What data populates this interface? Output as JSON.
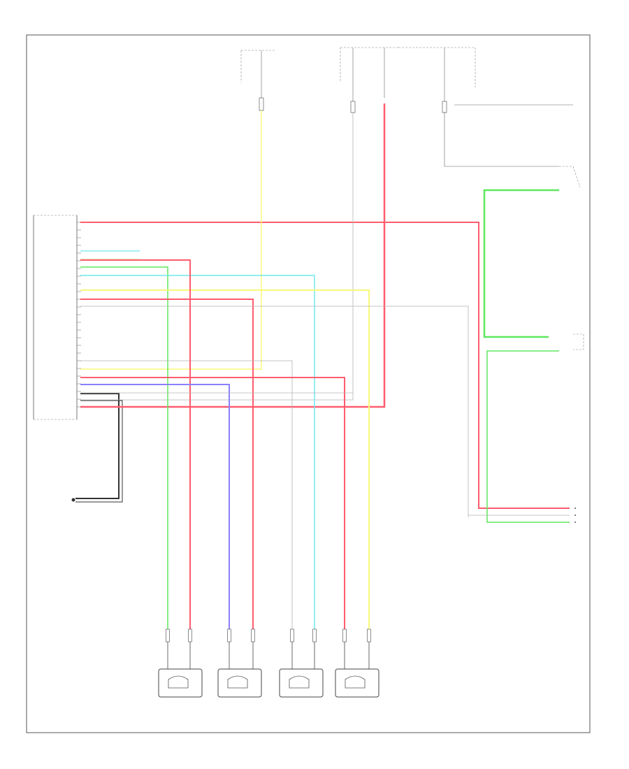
{
  "colors": {
    "red": "#ff5c6e",
    "yellow": "#f8f87a",
    "green": "#5ee85e",
    "light_green": "#c8f5a8",
    "cyan": "#6fe8ef",
    "blue": "#8a80ff",
    "gray": "#b4b4b4",
    "black": "#333333"
  },
  "footer": {
    "code": ""
  },
  "fuses": [
    {
      "id": "fuse-1",
      "header": "",
      "lines": [
        "",
        "",
        "",
        ""
      ]
    },
    {
      "id": "fuse-2",
      "header": "",
      "lines": [
        "",
        "",
        "",
        ""
      ]
    },
    {
      "id": "fuse-3",
      "header": "",
      "lines": [
        "",
        "",
        "",
        ""
      ]
    }
  ],
  "module": {
    "lines": [
      "",
      "",
      "",
      ""
    ]
  },
  "sensors": [
    {
      "id": "sensor-1",
      "lines": [
        "",
        "",
        "",
        "",
        ""
      ]
    },
    {
      "id": "sensor-2",
      "lines": [
        "",
        "",
        "",
        "",
        ""
      ]
    },
    {
      "id": "sensor-3",
      "lines": [
        "",
        "",
        "",
        "",
        ""
      ]
    },
    {
      "id": "sensor-4",
      "lines": [
        "",
        "",
        "",
        "",
        ""
      ]
    }
  ],
  "ground": {
    "lines": [
      "",
      "",
      "",
      ""
    ]
  },
  "right_components": [
    {
      "id": "switch-right-1",
      "lines": [
        "",
        "",
        "",
        ""
      ]
    },
    {
      "id": "switch-right-2",
      "lines": [
        "",
        "",
        "",
        ""
      ]
    }
  ]
}
